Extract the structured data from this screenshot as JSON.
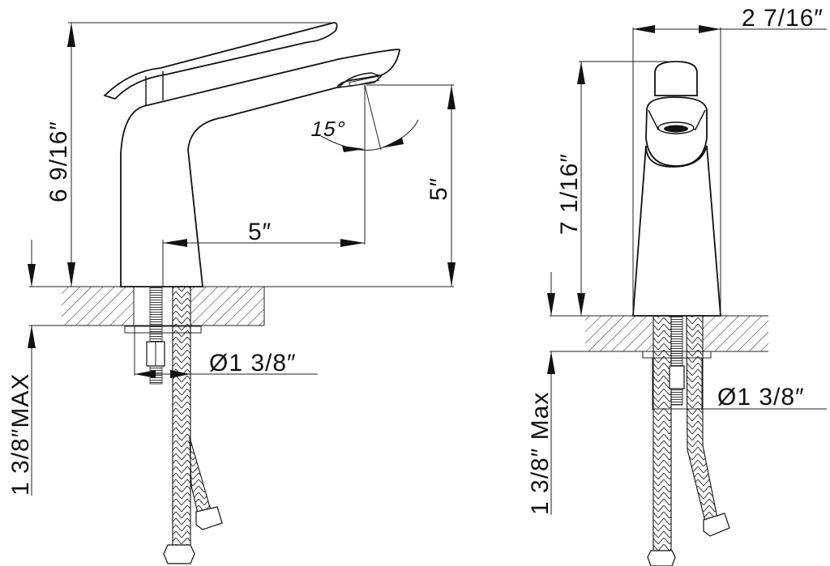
{
  "drawing": {
    "type": "faucet dimension drawing",
    "views": [
      {
        "name": "side-view",
        "dimensions": {
          "overall_height": "6 9/16″",
          "spout_height": "5″",
          "spout_reach": "5″",
          "spray_angle": "15°",
          "hole_diameter": "Ø1 3/8″",
          "max_deck_thickness": "1 3/8″MAX"
        }
      },
      {
        "name": "front-view",
        "dimensions": {
          "body_width": "2 7/16″",
          "overall_height": "7 1/16″",
          "hole_diameter": "Ø1 3/8″",
          "max_deck_thickness": "1 3/8″ Max"
        }
      }
    ],
    "colors": {
      "line": "#111111",
      "background": "#ffffff"
    }
  }
}
